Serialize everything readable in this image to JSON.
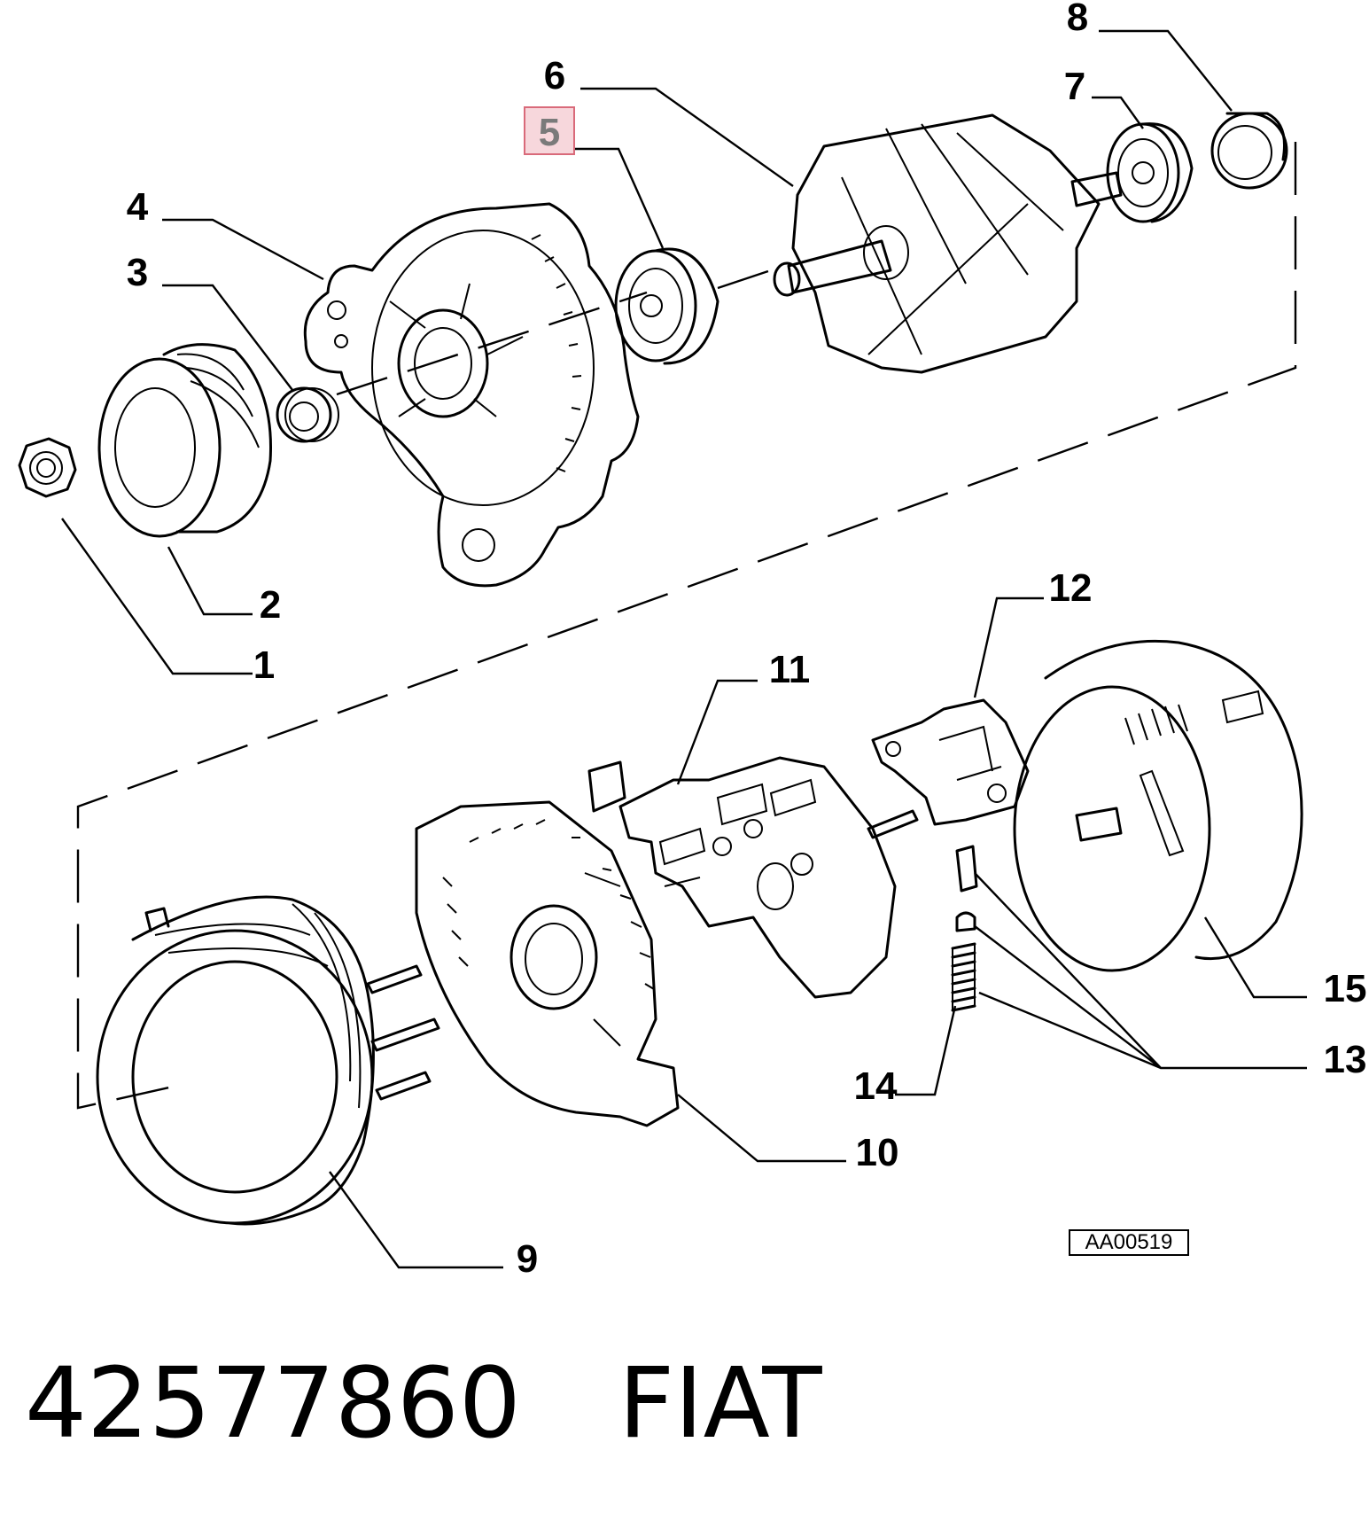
{
  "callouts": {
    "c1": "1",
    "c2": "2",
    "c3": "3",
    "c4": "4",
    "c5": "5",
    "c6": "6",
    "c7": "7",
    "c8": "8",
    "c9": "9",
    "c10": "10",
    "c11": "11",
    "c12": "12",
    "c13": "13",
    "c14": "14",
    "c15": "15"
  },
  "highlighted_callout": "5",
  "highlight_color": "#f7d7dc",
  "highlight_border": "#d96a7a",
  "reference_code": "AA00519",
  "part_number": "42577860",
  "brand": "FIAT"
}
